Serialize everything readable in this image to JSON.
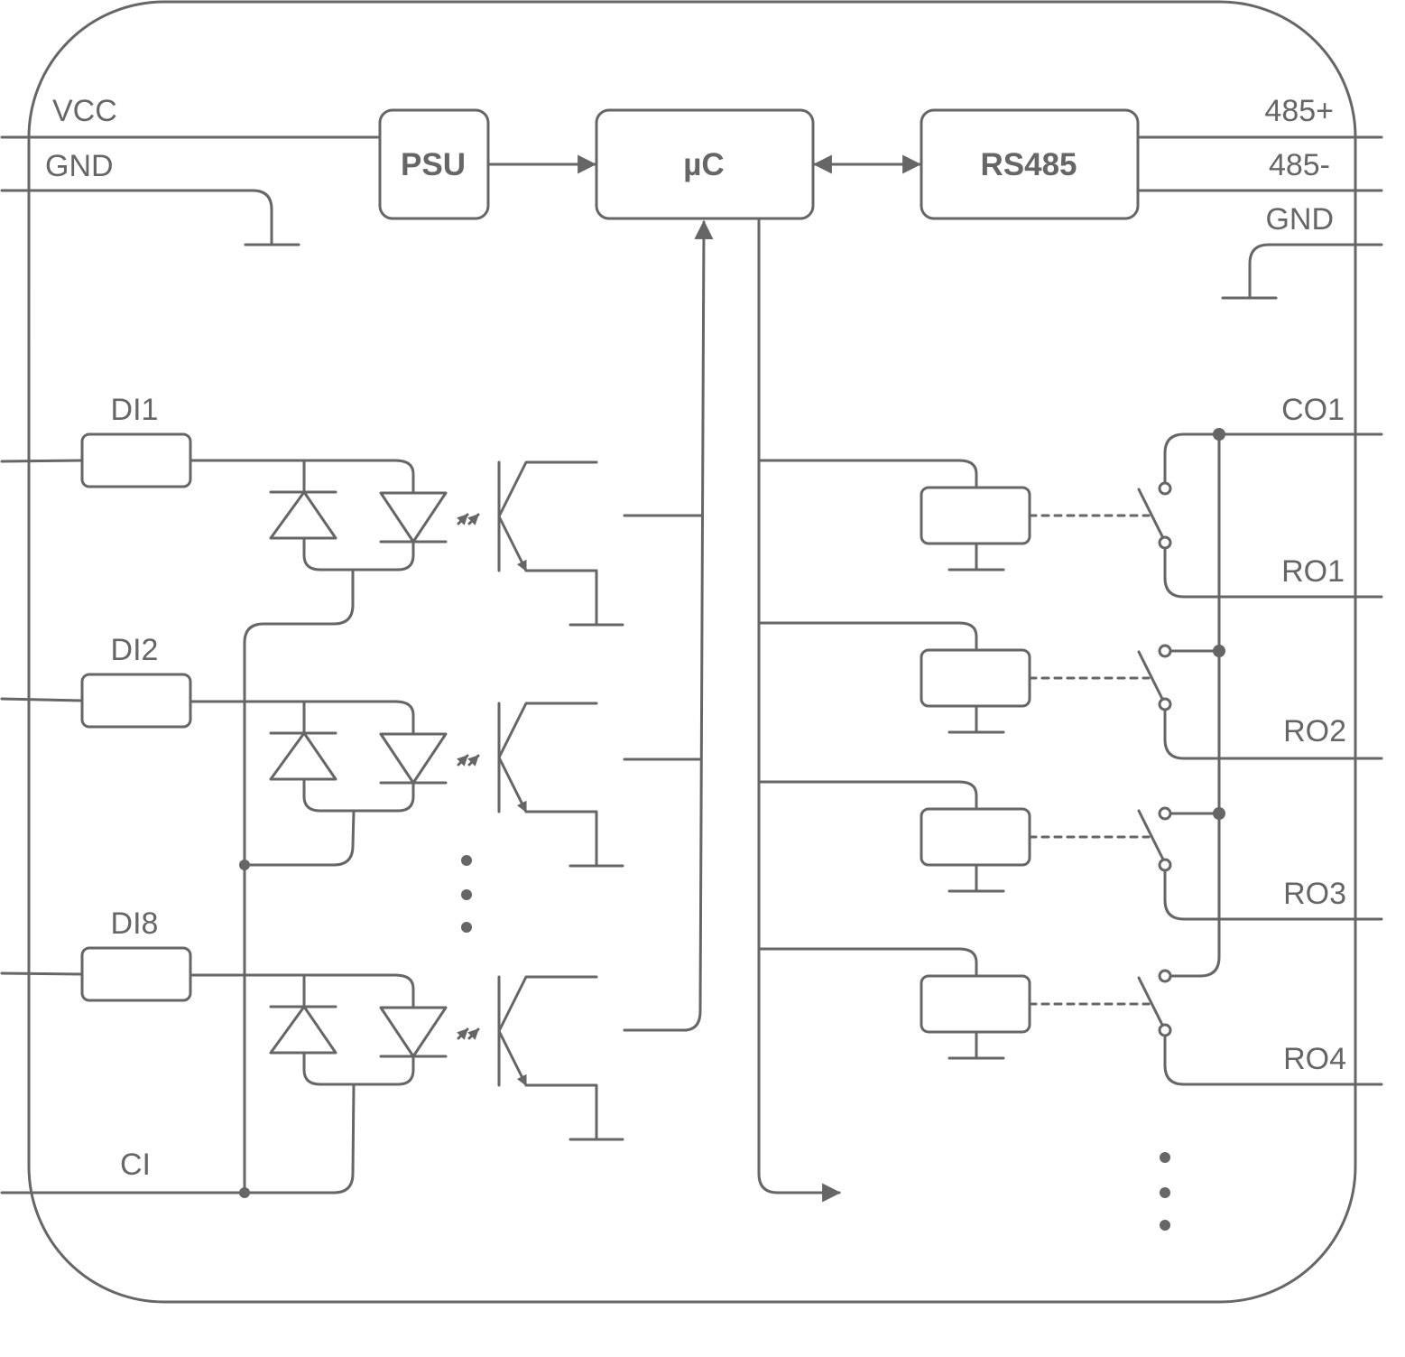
{
  "labels": {
    "vcc": "VCC",
    "gnd_in": "GND",
    "psu": "PSU",
    "mcu": "µC",
    "rs485": "RS485",
    "p485": "485+",
    "n485": "485-",
    "gnd_out": "GND",
    "di1": "DI1",
    "di2": "DI2",
    "di8": "DI8",
    "ci": "CI",
    "co1": "CO1",
    "ro1": "RO1",
    "ro2": "RO2",
    "ro3": "RO3",
    "ro4": "RO4"
  },
  "colors": {
    "stroke": "#666666",
    "background": "#ffffff"
  }
}
